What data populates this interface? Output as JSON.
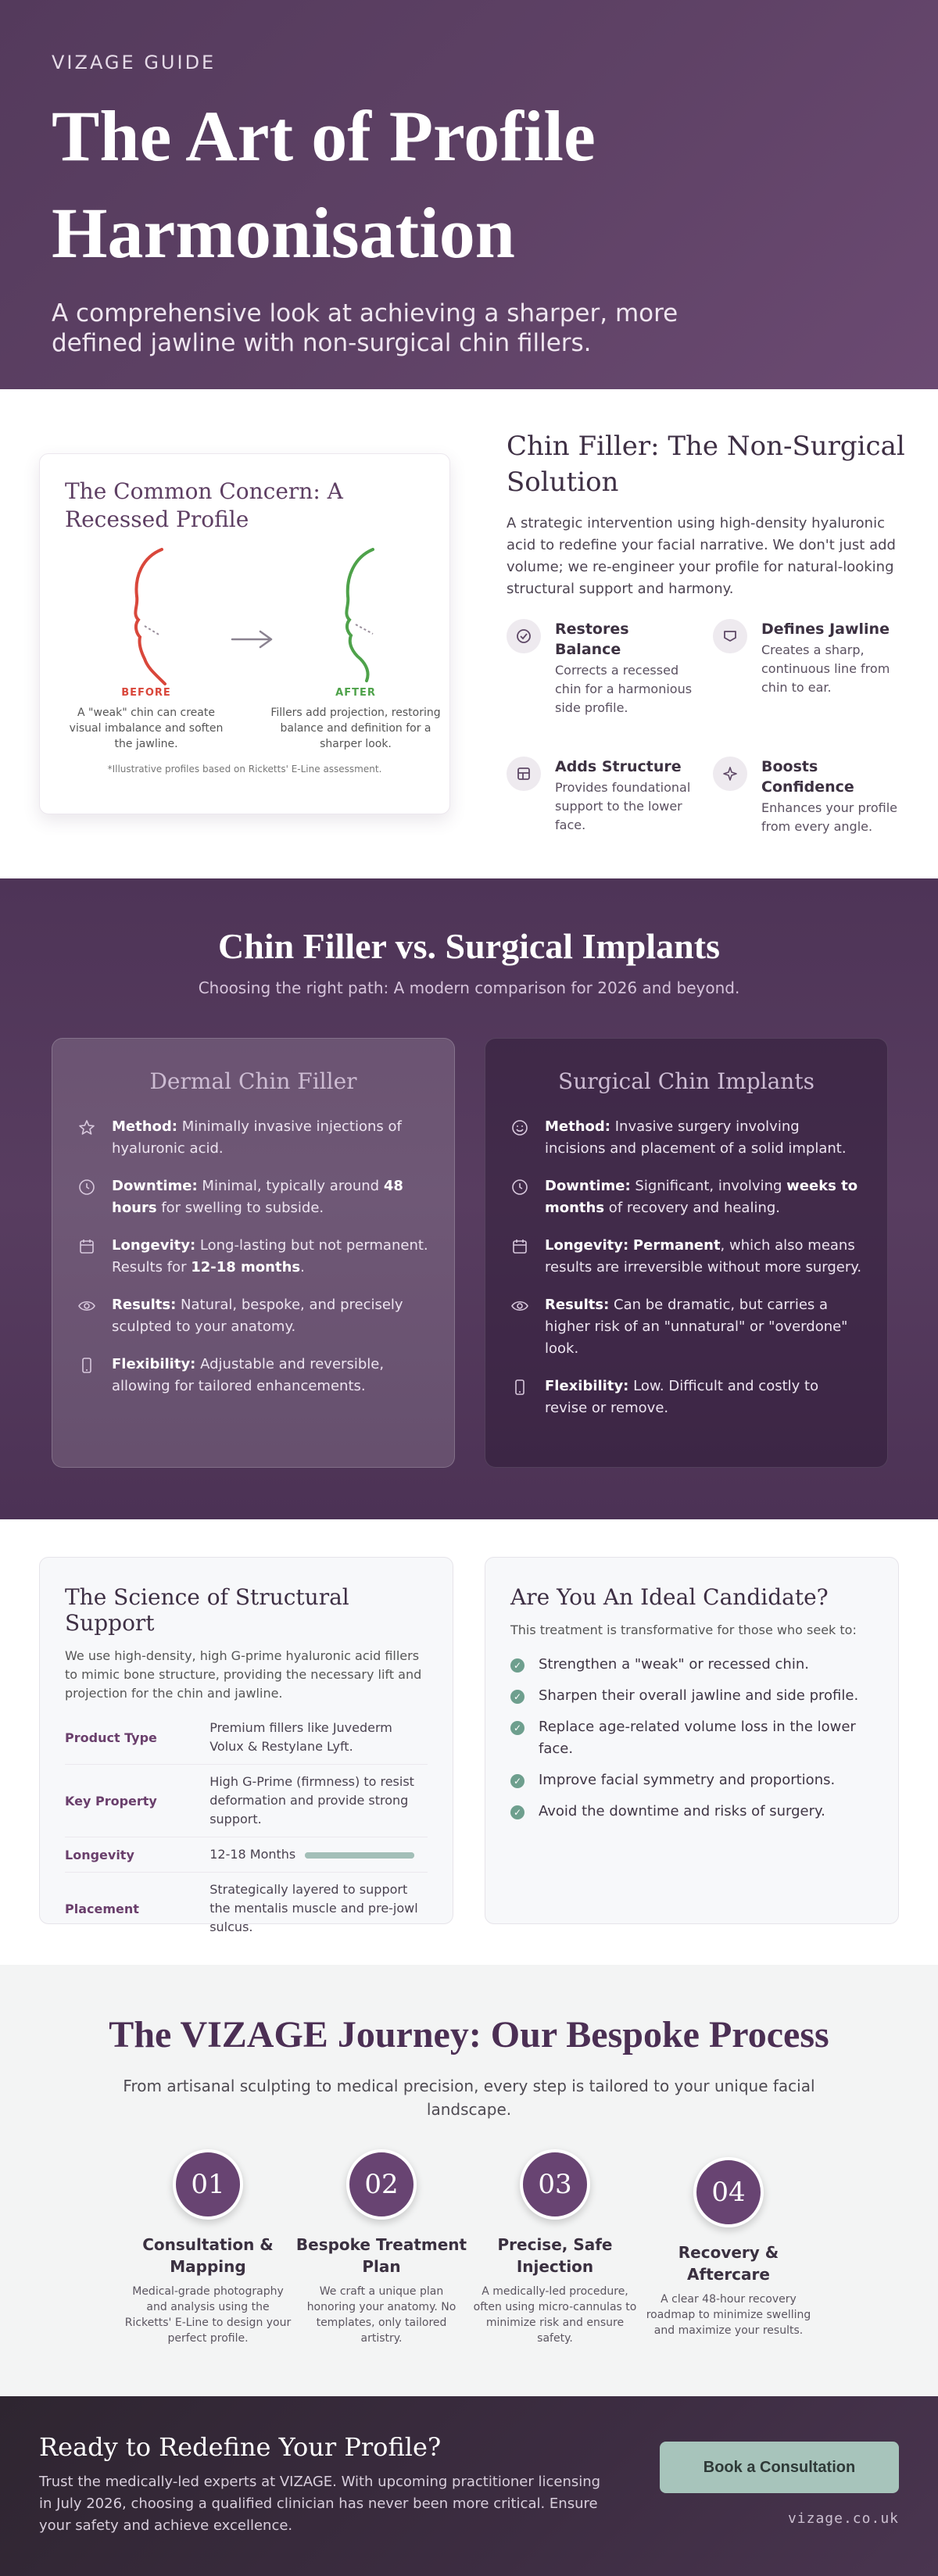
{
  "hero": {
    "eyebrow": "VIZAGE GUIDE",
    "title": "The Art of Profile Harmonisation",
    "subtitle": "A comprehensive look at achieving a sharper, more defined jawline with non-surgical chin fillers."
  },
  "concern": {
    "title": "The Common Concern: A Recessed Profile",
    "before_label": "BEFORE",
    "before_caption": "A \"weak\" chin can create visual imbalance and soften the jawline.",
    "after_label": "AFTER",
    "after_caption": "Fillers add projection, restoring balance and definition for a sharper look.",
    "footnote": "*Illustrative profiles based on Ricketts' E-Line assessment.",
    "colors": {
      "before": "#d9473b",
      "after": "#4ea24a"
    }
  },
  "filler": {
    "title": "Chin Filler: The Non-Surgical Solution",
    "body": "A strategic intervention using high-density hyaluronic acid to redefine your facial narrative. We don't just add volume; we re-engineer your profile for natural-looking structural support and harmony.",
    "features": [
      {
        "icon": "check-circle-icon",
        "title": "Restores Balance",
        "desc": "Corrects a recessed chin for a harmonious side profile."
      },
      {
        "icon": "jawline-icon",
        "title": "Defines Jawline",
        "desc": "Creates a sharp, continuous line from chin to ear."
      },
      {
        "icon": "structure-icon",
        "title": "Adds Structure",
        "desc": "Provides foundational support to the lower face."
      },
      {
        "icon": "sparkle-icon",
        "title": "Boosts Confidence",
        "desc": "Enhances your profile from every angle."
      }
    ]
  },
  "compare": {
    "title": "Chin Filler vs. Surgical Implants",
    "subtitle": "Choosing the right path: A modern comparison for 2026 and beyond.",
    "filler": {
      "title": "Dermal Chin Filler",
      "rows": [
        {
          "icon": "star-icon",
          "label": "Method:",
          "text": "Minimally invasive injections of hyaluronic acid."
        },
        {
          "icon": "clock-icon",
          "label": "Downtime:",
          "pre": "Minimal, typically around ",
          "bold": "48 hours",
          "post": " for swelling to subside."
        },
        {
          "icon": "calendar-icon",
          "label": "Longevity:",
          "pre": "Long-lasting but not permanent. Results for ",
          "bold": "12-18 months",
          "post": "."
        },
        {
          "icon": "eye-icon",
          "label": "Results:",
          "text": "Natural, bespoke, and precisely sculpted to your anatomy."
        },
        {
          "icon": "phone-icon",
          "label": "Flexibility:",
          "text": "Adjustable and reversible, allowing for tailored enhancements."
        }
      ]
    },
    "implant": {
      "title": "Surgical Chin Implants",
      "rows": [
        {
          "icon": "smiley-icon",
          "label": "Method:",
          "text": "Invasive surgery involving incisions and placement of a solid implant."
        },
        {
          "icon": "clock-icon",
          "label": "Downtime:",
          "pre": "Significant, involving ",
          "bold": "weeks to months",
          "post": " of recovery and healing."
        },
        {
          "icon": "calendar-icon",
          "label": "Longevity:",
          "pre": "",
          "bold": "Permanent",
          "post": ", which also means results are irreversible without more surgery."
        },
        {
          "icon": "eye-icon",
          "label": "Results:",
          "text": "Can be dramatic, but carries a higher risk of an \"unnatural\" or \"overdone\" look."
        },
        {
          "icon": "phone-icon",
          "label": "Flexibility:",
          "text": "Low. Difficult and costly to revise or remove."
        }
      ]
    }
  },
  "science": {
    "title": "The Science of Structural Support",
    "body": "We use high-density, high G-prime hyaluronic acid fillers to mimic bone structure, providing the necessary lift and projection for the chin and jawline.",
    "rows": [
      {
        "key": "Product Type",
        "value": "Premium fillers like Juvederm Volux & Restylane Lyft."
      },
      {
        "key": "Key Property",
        "value": "High G-Prime (firmness) to resist deformation and provide strong support."
      },
      {
        "key": "Longevity",
        "value": "12-18 Months"
      },
      {
        "key": "Placement",
        "value": "Strategically layered to support the mentalis muscle and pre-jowl sulcus."
      }
    ]
  },
  "candidate": {
    "title": "Are You An Ideal Candidate?",
    "intro": "This treatment is transformative for those who seek to:",
    "items": [
      "Strengthen a \"weak\" or recessed chin.",
      "Sharpen their overall jawline and side profile.",
      "Replace age-related volume loss in the lower face.",
      "Improve facial symmetry and proportions.",
      "Avoid the downtime and risks of surgery."
    ]
  },
  "journey": {
    "title": "The VIZAGE Journey: Our Bespoke Process",
    "subtitle": "From artisanal sculpting to medical precision, every step is tailored to your unique facial landscape.",
    "steps": [
      {
        "num": "01",
        "title": "Consultation & Mapping",
        "desc": "Medical-grade photography and analysis using the Ricketts' E-Line to design your perfect profile."
      },
      {
        "num": "02",
        "title": "Bespoke Treatment Plan",
        "desc": "We craft a unique plan honoring your anatomy. No templates, only tailored artistry."
      },
      {
        "num": "03",
        "title": "Precise, Safe Injection",
        "desc": "A medically-led procedure, often using micro-cannulas to minimize risk and ensure safety."
      },
      {
        "num": "04",
        "title": "Recovery & Aftercare",
        "desc": "A clear 48-hour recovery roadmap to minimize swelling and maximize your results."
      }
    ]
  },
  "cta": {
    "title": "Ready to Redefine Your Profile?",
    "body": "Trust the medically-led experts at VIZAGE. With upcoming practitioner licensing in July 2026, choosing a qualified clinician has never been more critical. Ensure your safety and achieve excellence.",
    "button": "Book a Consultation",
    "url": "vizage.co.uk"
  }
}
